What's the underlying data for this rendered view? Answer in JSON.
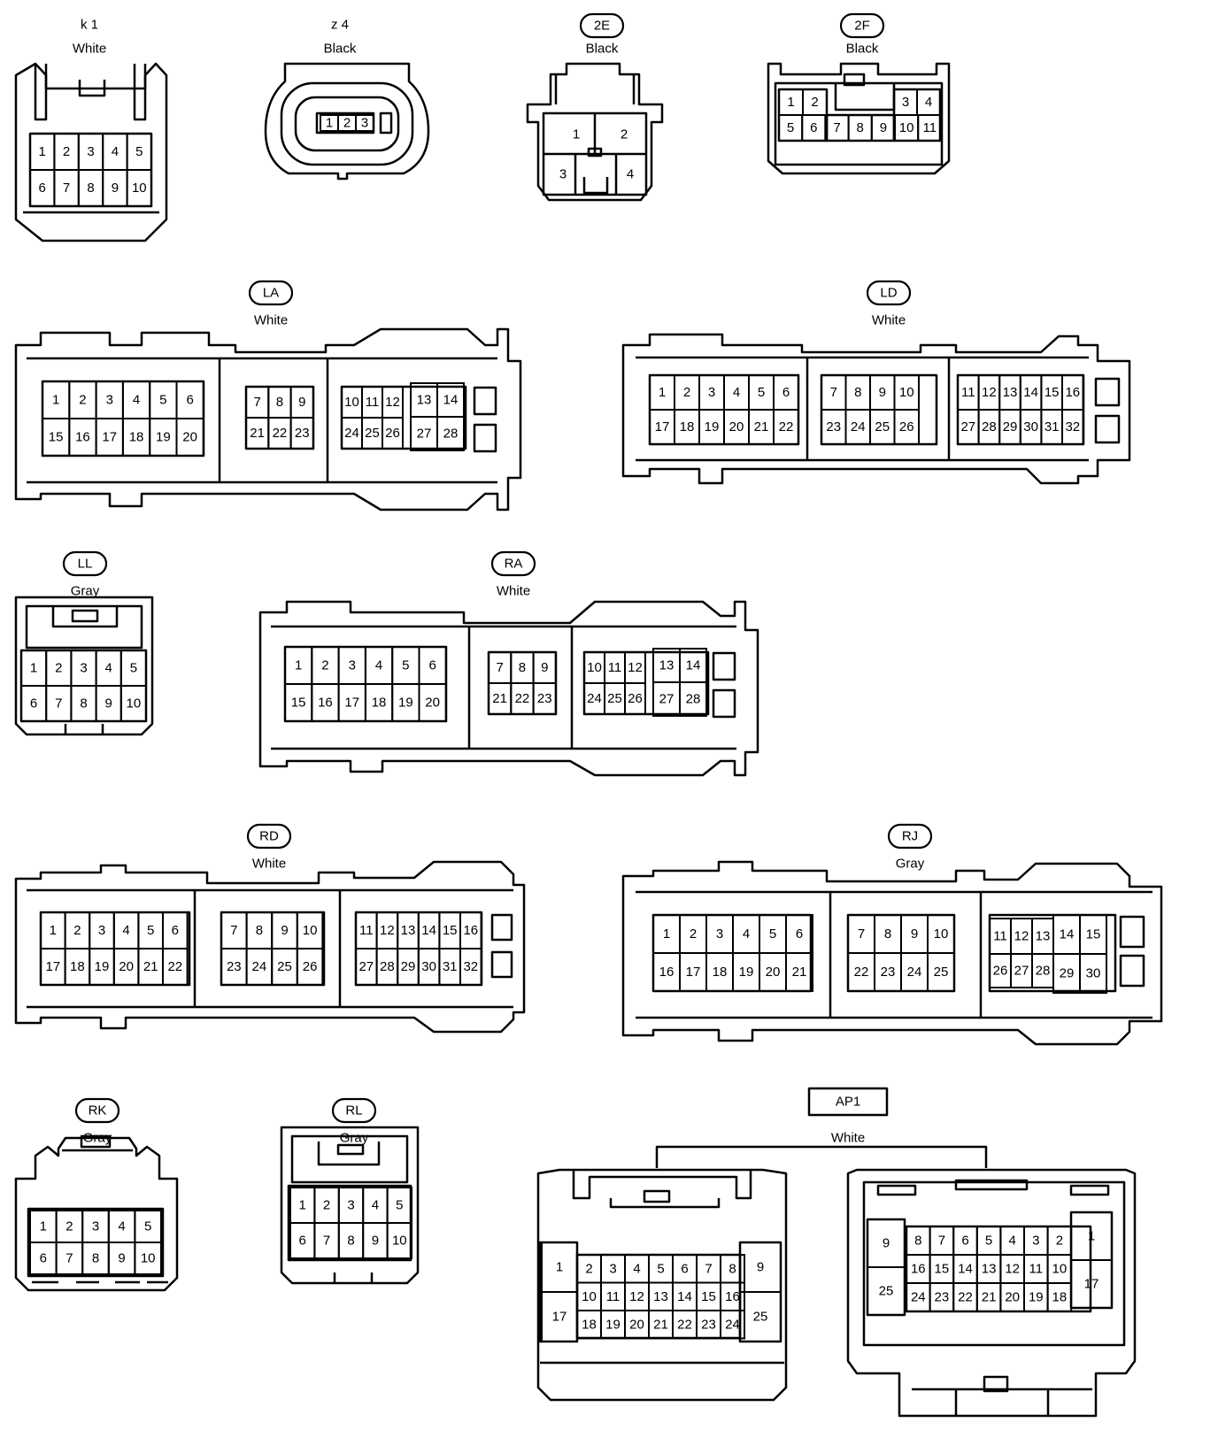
{
  "connectors": {
    "k1": {
      "id": "k 1",
      "color": "White",
      "pins": [
        "1",
        "2",
        "3",
        "4",
        "5",
        "6",
        "7",
        "8",
        "9",
        "10"
      ]
    },
    "z4": {
      "id": "z 4",
      "color": "Black",
      "pins": [
        "1",
        "2",
        "3"
      ]
    },
    "c2E": {
      "id": "2E",
      "color": "Black",
      "pins": [
        "1",
        "2",
        "3",
        "4"
      ]
    },
    "c2F": {
      "id": "2F",
      "color": "Black",
      "pins": [
        "1",
        "2",
        "3",
        "4",
        "5",
        "6",
        "7",
        "8",
        "9",
        "10",
        "11"
      ]
    },
    "LA": {
      "id": "LA",
      "color": "White",
      "pins": [
        "1",
        "2",
        "3",
        "4",
        "5",
        "6",
        "15",
        "16",
        "17",
        "18",
        "19",
        "20",
        "7",
        "8",
        "9",
        "21",
        "22",
        "23",
        "10",
        "11",
        "12",
        "13",
        "14",
        "24",
        "25",
        "26",
        "27",
        "28"
      ]
    },
    "LD": {
      "id": "LD",
      "color": "White",
      "pins": [
        "1",
        "2",
        "3",
        "4",
        "5",
        "6",
        "17",
        "18",
        "19",
        "20",
        "21",
        "22",
        "7",
        "8",
        "9",
        "10",
        "23",
        "24",
        "25",
        "26",
        "11",
        "12",
        "13",
        "14",
        "15",
        "16",
        "27",
        "28",
        "29",
        "30",
        "31",
        "32"
      ]
    },
    "LL": {
      "id": "LL",
      "color": "Gray",
      "pins": [
        "1",
        "2",
        "3",
        "4",
        "5",
        "6",
        "7",
        "8",
        "9",
        "10"
      ]
    },
    "RA": {
      "id": "RA",
      "color": "White",
      "pins": [
        "1",
        "2",
        "3",
        "4",
        "5",
        "6",
        "15",
        "16",
        "17",
        "18",
        "19",
        "20",
        "7",
        "8",
        "9",
        "21",
        "22",
        "23",
        "10",
        "11",
        "12",
        "13",
        "14",
        "24",
        "25",
        "26",
        "27",
        "28"
      ]
    },
    "RD": {
      "id": "RD",
      "color": "White",
      "pins": [
        "1",
        "2",
        "3",
        "4",
        "5",
        "6",
        "17",
        "18",
        "19",
        "20",
        "21",
        "22",
        "7",
        "8",
        "9",
        "10",
        "23",
        "24",
        "25",
        "26",
        "11",
        "12",
        "13",
        "14",
        "15",
        "16",
        "27",
        "28",
        "29",
        "30",
        "31",
        "32"
      ]
    },
    "RJ": {
      "id": "RJ",
      "color": "Gray",
      "pins": [
        "1",
        "2",
        "3",
        "4",
        "5",
        "6",
        "16",
        "17",
        "18",
        "19",
        "20",
        "21",
        "7",
        "8",
        "9",
        "10",
        "22",
        "23",
        "24",
        "25",
        "11",
        "12",
        "13",
        "14",
        "15",
        "26",
        "27",
        "28",
        "29",
        "30"
      ]
    },
    "RK": {
      "id": "RK",
      "color": "Gray",
      "pins": [
        "1",
        "2",
        "3",
        "4",
        "5",
        "6",
        "7",
        "8",
        "9",
        "10"
      ]
    },
    "RL": {
      "id": "RL",
      "color": "Gray",
      "pins": [
        "1",
        "2",
        "3",
        "4",
        "5",
        "6",
        "7",
        "8",
        "9",
        "10"
      ]
    },
    "AP1": {
      "id": "AP1",
      "color": "White",
      "left": {
        "pins": [
          "1",
          "17",
          "2",
          "3",
          "4",
          "5",
          "6",
          "7",
          "8",
          "10",
          "11",
          "12",
          "13",
          "14",
          "15",
          "16",
          "18",
          "19",
          "20",
          "21",
          "22",
          "23",
          "24",
          "9",
          "25"
        ]
      },
      "right": {
        "pins": [
          "9",
          "25",
          "8",
          "7",
          "6",
          "5",
          "4",
          "3",
          "2",
          "16",
          "15",
          "14",
          "13",
          "12",
          "11",
          "10",
          "24",
          "23",
          "22",
          "21",
          "20",
          "19",
          "18",
          "1",
          "17"
        ]
      }
    }
  }
}
